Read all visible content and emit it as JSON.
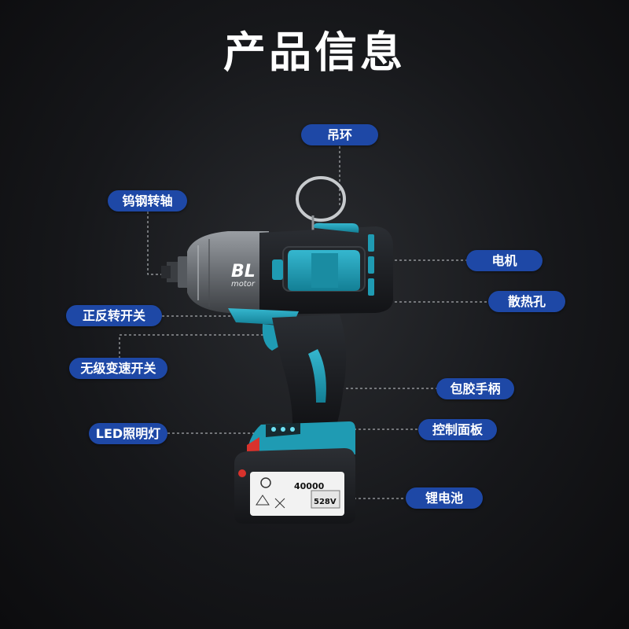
{
  "title": "产品信息",
  "labels": {
    "hanger_ring": "吊环",
    "anvil": "钨钢转轴",
    "motor": "电机",
    "vents": "散热孔",
    "direction_switch": "正反转开关",
    "trigger": "无级变速开关",
    "grip": "包胶手柄",
    "led": "LED照明灯",
    "control_panel": "控制面板",
    "battery": "锂电池"
  },
  "tool_markings": {
    "motor_brand": "BL",
    "motor_sub": "motor",
    "battery_capacity": "40000",
    "battery_voltage": "528V"
  },
  "colors": {
    "accent": "#1e48a6",
    "tool_teal": "#1f9bb3",
    "tool_dark": "#1b1d20",
    "battery_red": "#d8322c"
  }
}
